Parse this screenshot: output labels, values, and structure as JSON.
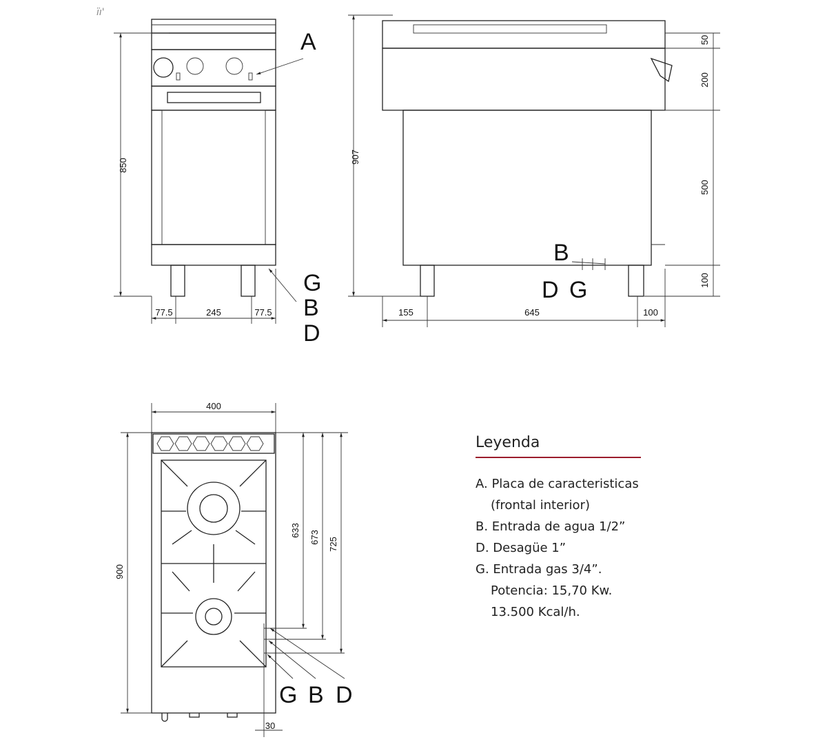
{
  "corner_mark": "ïı'",
  "front_view": {
    "labels": {
      "a": "A",
      "g": "G",
      "b": "B",
      "d": "D"
    },
    "dims": {
      "height": "850",
      "left": "77.5",
      "middle": "245",
      "right": "77.5"
    }
  },
  "side_view": {
    "labels": {
      "b": "B",
      "d": "D",
      "g": "G"
    },
    "dims": {
      "height": "907",
      "top": "50",
      "panel": "200",
      "cabinet": "500",
      "legs": "100",
      "left": "155",
      "middle": "645",
      "right": "100"
    }
  },
  "top_view": {
    "labels": {
      "g": "G",
      "b": "B",
      "d": "D"
    },
    "dims": {
      "width": "400",
      "depth": "900",
      "g_pos": "633",
      "b_pos": "673",
      "d_pos": "725",
      "offset": "30"
    }
  },
  "legend": {
    "title": "Leyenda",
    "items": [
      "A. Placa de caracteristicas",
      "(frontal interior)",
      "B. Entrada de agua 1/2”",
      "D. Desagüe 1”",
      "G. Entrada gas 3/4”.",
      "Potencia: 15,70 Kw.",
      "13.500 Kcal/h."
    ],
    "accent_color": "#9b1c2c"
  }
}
